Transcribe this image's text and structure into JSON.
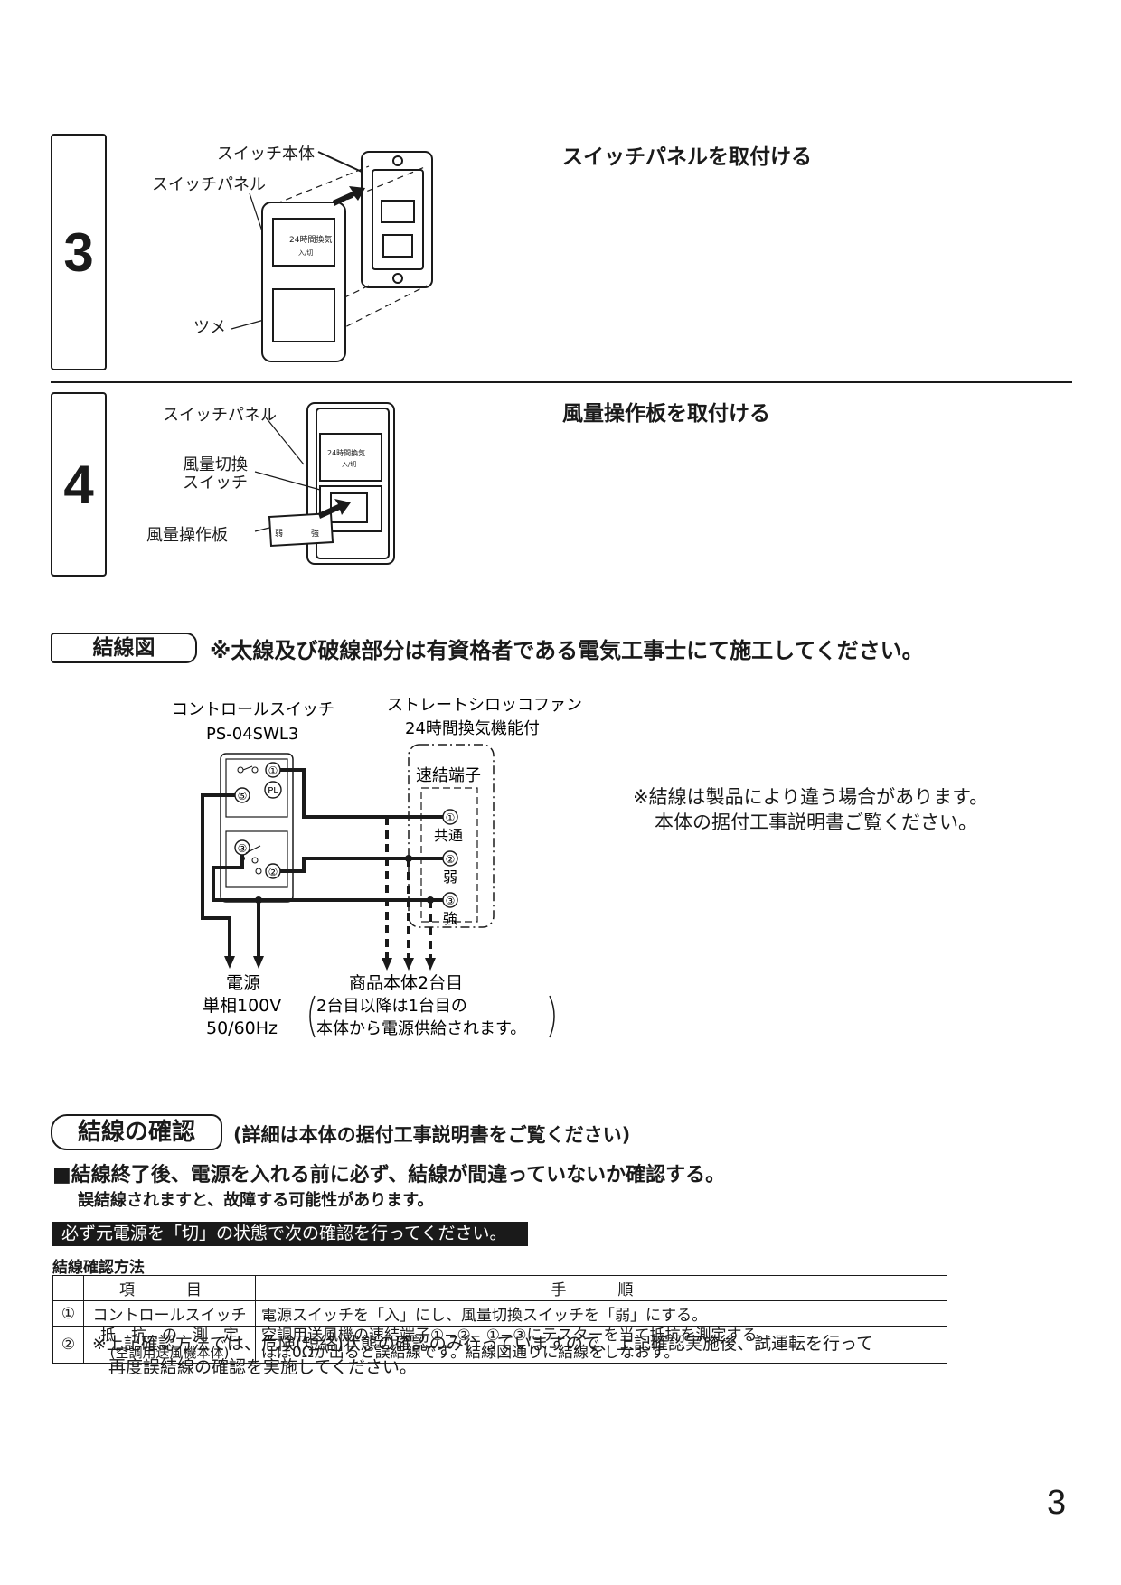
{
  "step3": {
    "number": "3",
    "title": "スイッチパネルを取付ける",
    "labels": {
      "switch_body": "スイッチ本体",
      "switch_panel": "スイッチパネル",
      "tsume": "ツメ"
    },
    "panel_text": "24時間換気",
    "panel_subtext": "入/切"
  },
  "step4": {
    "number": "4",
    "title": "風量操作板を取付ける",
    "labels": {
      "switch_panel": "スイッチパネル",
      "airflow_switch_1": "風量切換",
      "airflow_switch_2": "スイッチ",
      "airflow_plate": "風量操作板"
    },
    "panel_text": "24時間換気",
    "panel_subtext": "入/切",
    "plate_weak": "弱",
    "plate_strong": "強"
  },
  "wiring": {
    "heading": "結線図",
    "note": "※太線及び破線部分は有資格者である電気工事士にて施工してください。",
    "control_switch_1": "コントロールスイッチ",
    "control_switch_2": "PS-04SWL3",
    "fan_1": "ストレートシロッコファン",
    "fan_2": "24時間換気機能付",
    "terminal": "速結端子",
    "t1": "①",
    "t1_label": "共通",
    "t2": "②",
    "t2_label": "弱",
    "t3": "③",
    "t3_label": "強",
    "sw_t1": "①",
    "sw_t5": "⑤",
    "sw_t3": "③",
    "sw_t2": "②",
    "sw_pl": "PL",
    "power_1": "電源",
    "power_2": "単相100V",
    "power_3": "50/60Hz",
    "second_1": "商品本体2台目",
    "second_2": "2台目以降は1台目の",
    "second_3": "本体から電源供給されます。",
    "side_note_1": "※結線は製品により違う場合があります。",
    "side_note_2": "本体の据付工事説明書ご覧ください。"
  },
  "check": {
    "heading": "結線の確認",
    "heading_sub": "(詳細は本体の据付工事説明書をご覧ください)",
    "main": "■結線終了後、電源を入れる前に必ず、結線が間違っていないか確認する。",
    "sub": "誤結線されますと、故障する可能性があります。",
    "banner": "必ず元電源を「切」の状態で次の確認を行ってください。",
    "method_title": "結線確認方法",
    "table": {
      "col_item": "項　目",
      "col_step": "手　順",
      "rows": [
        {
          "no": "①",
          "item": "コントロールスイッチ",
          "item2": "",
          "step": "電源スイッチを「入」にし、風量切換スイッチを「弱」にする。",
          "step2": ""
        },
        {
          "no": "②",
          "item": "抵　抗　の　測　定",
          "item2": "(空調用送風機本体)",
          "step": "空調用送風機の速結端子①−②、①−③にテスターを当て抵抗を測定する。",
          "step2": "ほぼ0Ωが出ると誤結線です。結線図通りに結線をしなおす。"
        }
      ]
    },
    "note_1": "※上記確認方法では、危険(短絡)状態の確認のみ行っていますので、上記確認実施後、試運転を行って",
    "note_2": "再度誤結線の確認を実施してください。"
  },
  "page_number": "3"
}
